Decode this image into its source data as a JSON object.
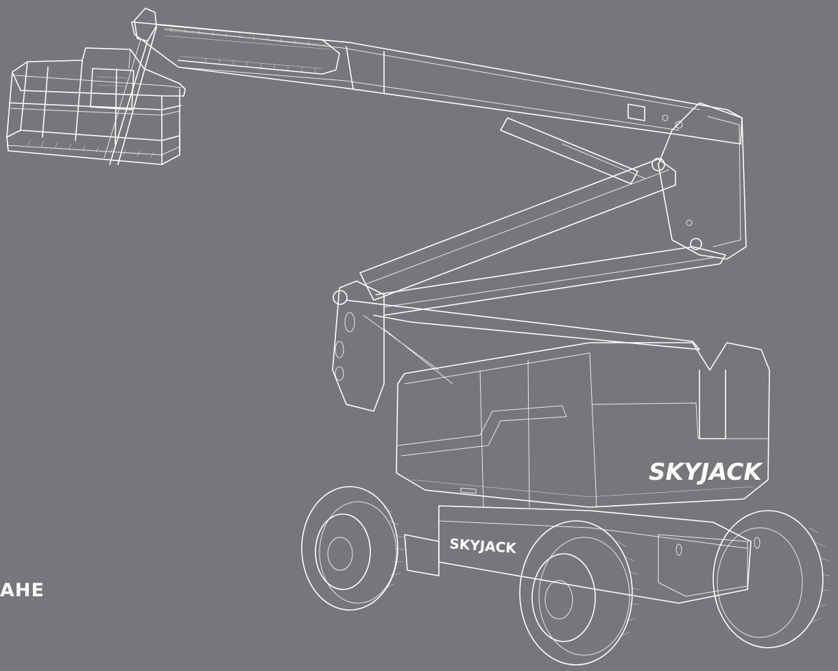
{
  "background_color": "#76777a",
  "line_color": "#ffffff",
  "label_text": "AHE",
  "brand_body": "SKYJACK",
  "brand_chassis": "SKYJACK"
}
